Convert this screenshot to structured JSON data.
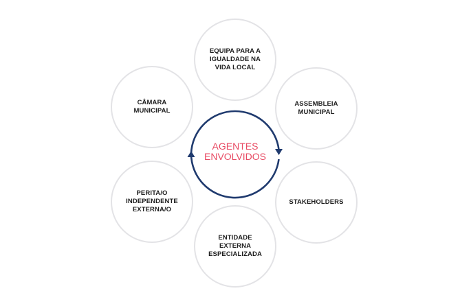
{
  "center": {
    "label": "AGENTES\nENVOLVIDOS"
  },
  "nodes": [
    {
      "id": "top",
      "label": "EQUIPA PARA A\nIGUALDADE NA\nVIDA LOCAL"
    },
    {
      "id": "upper-right",
      "label": "ASSEMBLEIA\nMUNICIPAL"
    },
    {
      "id": "lower-right",
      "label": "STAKEHOLDERS"
    },
    {
      "id": "bottom",
      "label": "ENTIDADE\nEXTERNA\nESPECIALIZADA"
    },
    {
      "id": "lower-left",
      "label": "PERITA/O\nINDEPENDENTE\nEXTERNA/O"
    },
    {
      "id": "upper-left",
      "label": "CÂMARA\nMUNICIPAL"
    }
  ],
  "colors": {
    "cycle_stroke": "#1f3a6e",
    "center_text": "#e84a63",
    "node_border": "#e3e3e6",
    "node_text": "#1e1e1e"
  },
  "icons": [
    "cycle-arrow-icon"
  ]
}
